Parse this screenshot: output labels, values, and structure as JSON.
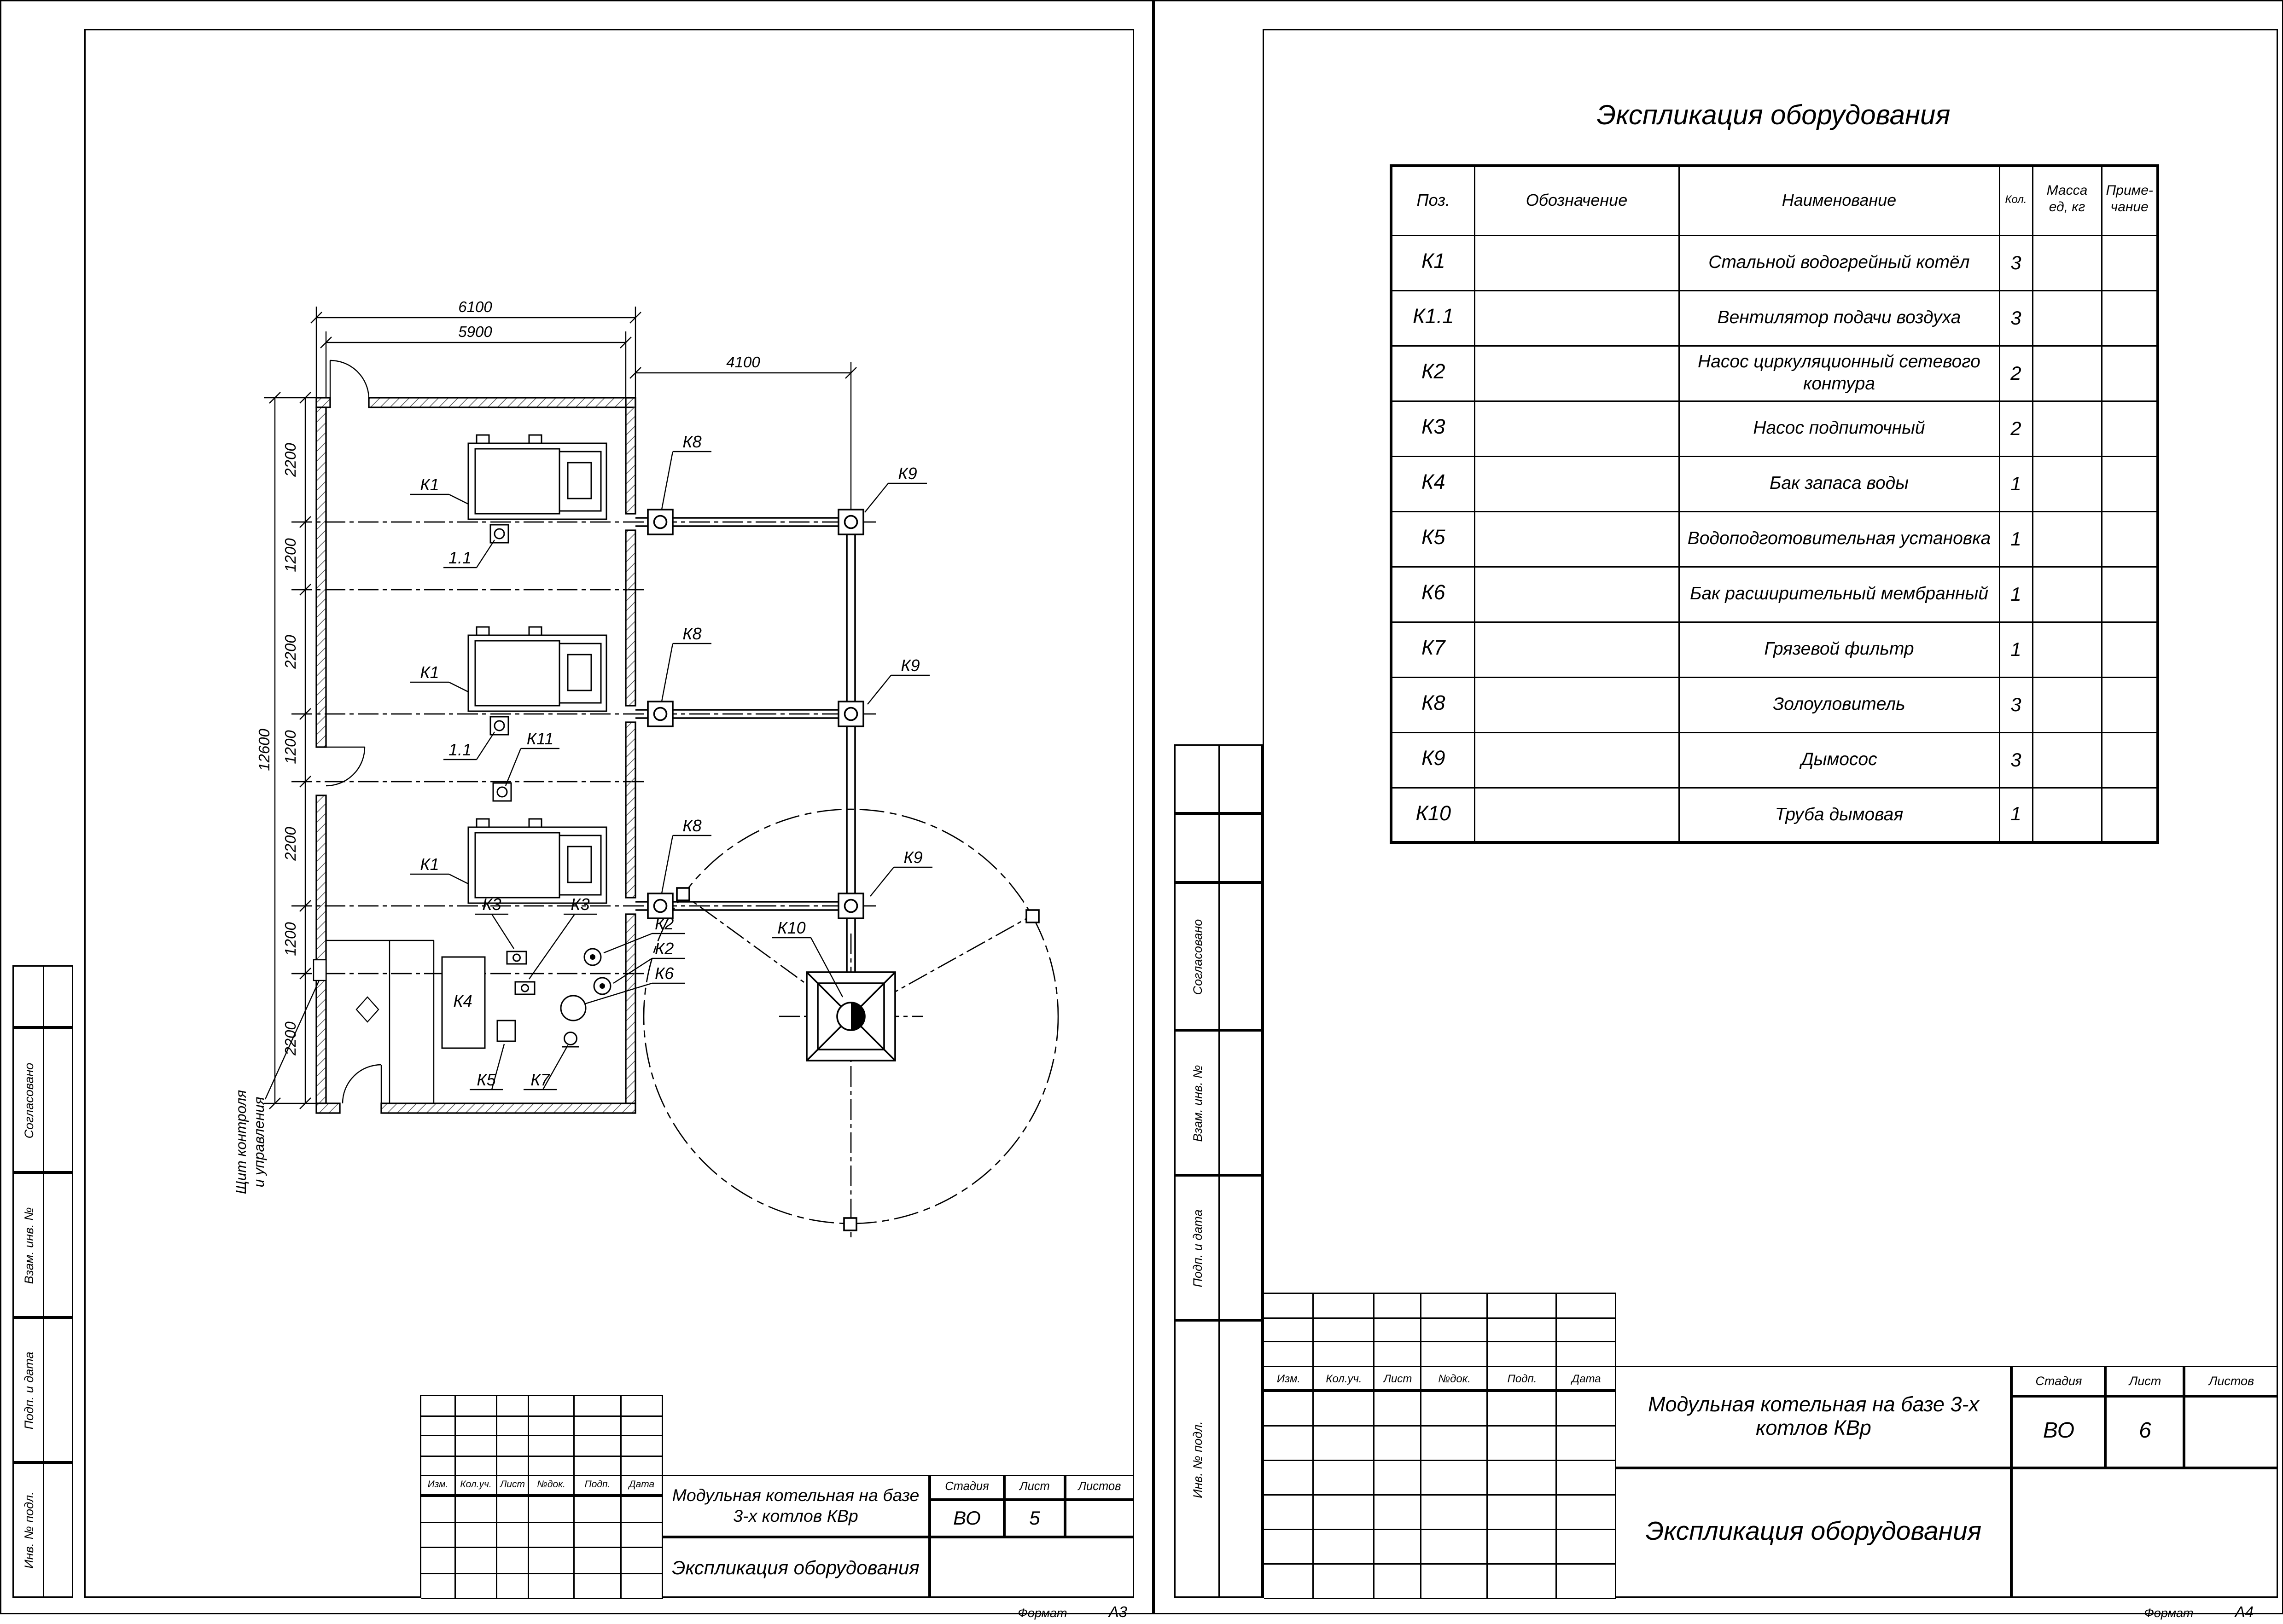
{
  "stamps": [
    "Согласовано",
    "Взам. инв. №",
    "Подп. и дата",
    "Инв. № подл."
  ],
  "tb_headers": [
    "Изм.",
    "Кол.уч.",
    "Лист",
    "№док.",
    "Подп.",
    "Дата"
  ],
  "tb_cols": {
    "stage": "Стадия",
    "sheet": "Лист",
    "sheets": "Листов"
  },
  "project": "Модульная котельная на базе 3-х котлов КВр",
  "doc_title": "Экспликация оборудования",
  "format_label": "Формат",
  "left_sheet": {
    "stage": "ВО",
    "sheet_no": "5",
    "format": "А3",
    "plan": {
      "dim_top_outer": "6100",
      "dim_top_inner": "5900",
      "dim_right": "4100",
      "dim_total": "12600",
      "dims_left": [
        "2200",
        "1200",
        "2200",
        "1200",
        "2200",
        "1200",
        "2200"
      ],
      "labels": {
        "k1": "К1",
        "fan": "1.1",
        "k11": "К11",
        "k8": "К8",
        "k9": "К9",
        "k10": "К10",
        "k2": "К2",
        "k3": "К3",
        "k4": "К4",
        "k5": "К5",
        "k6": "К6",
        "k7": "К7"
      },
      "panel": {
        "line1": "Щит контроля",
        "line2": "и управления"
      }
    }
  },
  "right_sheet": {
    "stage": "ВО",
    "sheet_no": "6",
    "format": "А4",
    "table": {
      "title": "Экспликация оборудования",
      "cols": {
        "pos": "Поз.",
        "sign": "Обозначение",
        "name": "Наименование",
        "qty": "Кол.",
        "mass1": "Масса",
        "mass2": "ед, кг",
        "note1": "Приме-",
        "note2": "чание"
      },
      "rows": [
        {
          "pos": "К1",
          "name": "Стальной водогрейный котёл",
          "qty": "3"
        },
        {
          "pos": "К1.1",
          "name": "Вентилятор подачи воздуха",
          "qty": "3"
        },
        {
          "pos": "К2",
          "name": "Насос циркуляционный сетевого контура",
          "qty": "2"
        },
        {
          "pos": "К3",
          "name": "Насос подпиточный",
          "qty": "2"
        },
        {
          "pos": "К4",
          "name": "Бак запаса воды",
          "qty": "1"
        },
        {
          "pos": "К5",
          "name": "Водоподготовительная установка",
          "qty": "1"
        },
        {
          "pos": "К6",
          "name": "Бак расширительный мембранный",
          "qty": "1"
        },
        {
          "pos": "К7",
          "name": "Грязевой фильтр",
          "qty": "1"
        },
        {
          "pos": "К8",
          "name": "Золоуловитель",
          "qty": "3"
        },
        {
          "pos": "К9",
          "name": "Дымосос",
          "qty": "3"
        },
        {
          "pos": "К10",
          "name": "Труба дымовая",
          "qty": "1"
        }
      ]
    }
  }
}
